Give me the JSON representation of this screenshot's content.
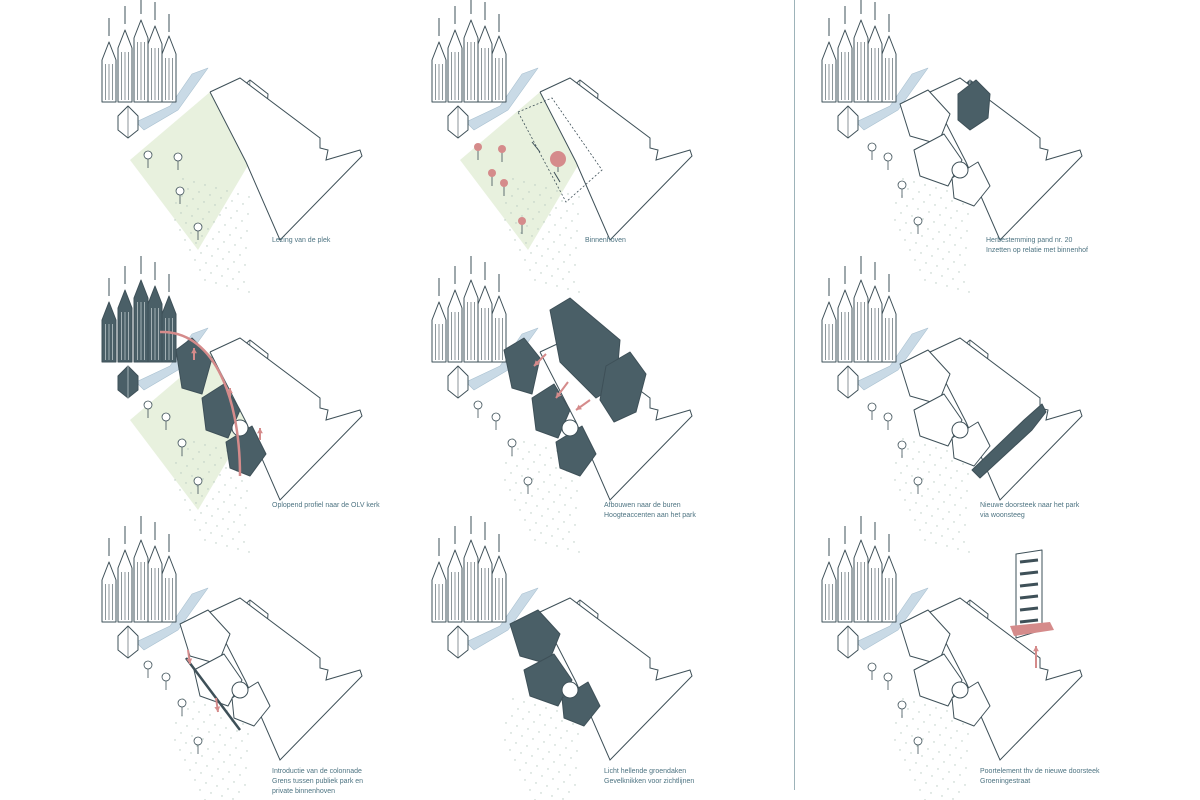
{
  "colors": {
    "dark": "#4a5f67",
    "outline": "#3e5058",
    "red": "#d58b8b",
    "water": "#c9dae6",
    "green": "#e8f1de",
    "dot": "#b7c9c0",
    "caption": "#4e7482"
  },
  "panels": [
    {
      "id": "p1",
      "caption": [
        "Lezing van de plek"
      ]
    },
    {
      "id": "p2",
      "caption": [
        "Binnenhoven"
      ]
    },
    {
      "id": "p3",
      "caption": [
        "Herbestemming pand nr. 20",
        "Inzetten op relatie met binnenhof"
      ]
    },
    {
      "id": "p4",
      "caption": [
        "Oplopend profiel naar de OLV kerk"
      ]
    },
    {
      "id": "p5",
      "caption": [
        "Afbouwen naar de buren",
        "Hoogteaccenten aan het park"
      ]
    },
    {
      "id": "p6",
      "caption": [
        "Nieuwe doorsteek naar het park",
        "via woonsteeg"
      ]
    },
    {
      "id": "p7",
      "caption": [
        "Introductie van de colonnade",
        "Grens tussen publiek park en",
        "private binnenhoven"
      ]
    },
    {
      "id": "p8",
      "caption": [
        "Licht hellende groendaken",
        "Gevelknikken voor zichtlijnen"
      ]
    },
    {
      "id": "p9",
      "caption": [
        "Poortelement thv de nieuwe doorsteek",
        "Groeningestraat"
      ]
    }
  ]
}
